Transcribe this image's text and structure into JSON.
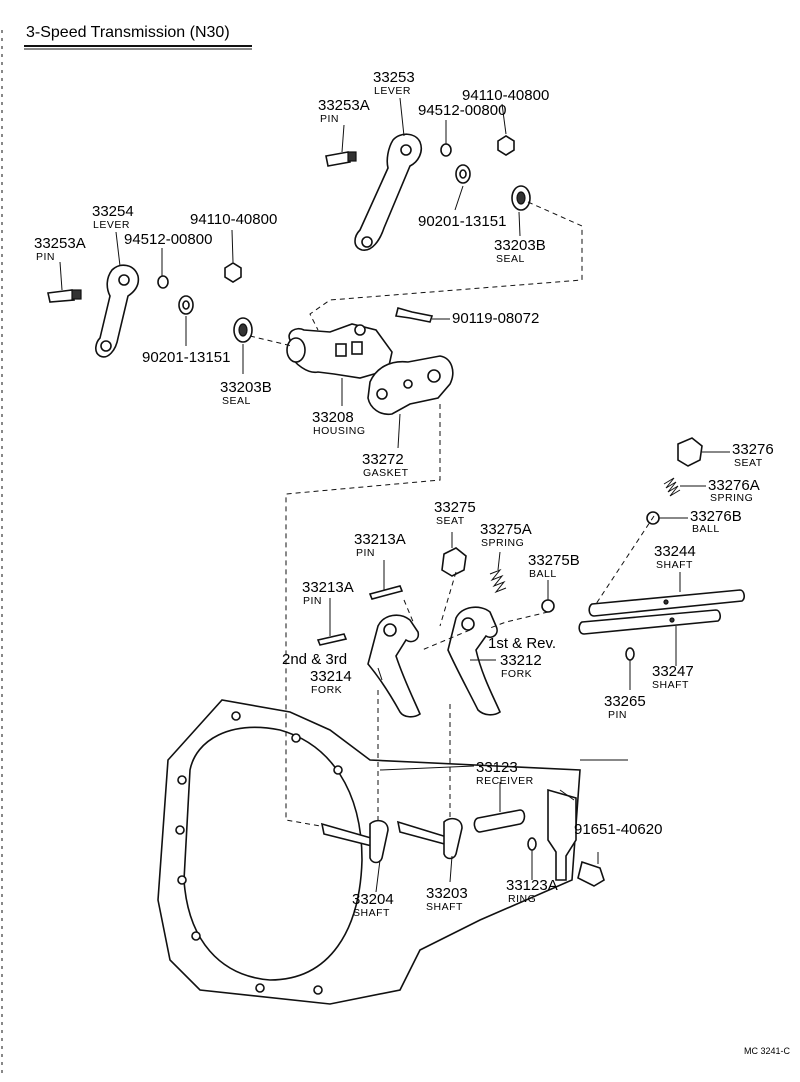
{
  "title": "3-Speed Transmission (N30)",
  "code": "MC 3241-C",
  "labels": [
    {
      "id": "l33253",
      "num": "33253",
      "name": "LEVER"
    },
    {
      "id": "l33253a_top",
      "num": "33253A",
      "name": "PIN"
    },
    {
      "id": "l94110_top",
      "num": "94110-40800"
    },
    {
      "id": "l94512_top",
      "num": "94512-00800"
    },
    {
      "id": "l90201_top",
      "num": "90201-13151"
    },
    {
      "id": "l33203b_top",
      "num": "33203B",
      "name": "SEAL"
    },
    {
      "id": "l33254",
      "num": "33254",
      "name": "LEVER"
    },
    {
      "id": "l33253a_left",
      "num": "33253A",
      "name": "PIN"
    },
    {
      "id": "l94110_left",
      "num": "94110-40800"
    },
    {
      "id": "l94512_left",
      "num": "94512-00800"
    },
    {
      "id": "l90201_left",
      "num": "90201-13151"
    },
    {
      "id": "l33203b_left",
      "num": "33203B",
      "name": "SEAL"
    },
    {
      "id": "l90119",
      "num": "90119-08072"
    },
    {
      "id": "l33208",
      "num": "33208",
      "name": "HOUSING"
    },
    {
      "id": "l33272",
      "num": "33272",
      "name": "GASKET"
    },
    {
      "id": "l33276",
      "num": "33276",
      "name": "SEAT"
    },
    {
      "id": "l33276a",
      "num": "33276A",
      "name": "SPRING"
    },
    {
      "id": "l33276b",
      "num": "33276B",
      "name": "BALL"
    },
    {
      "id": "l33275",
      "num": "33275",
      "name": "SEAT"
    },
    {
      "id": "l33275a",
      "num": "33275A",
      "name": "SPRING"
    },
    {
      "id": "l33275b",
      "num": "33275B",
      "name": "BALL"
    },
    {
      "id": "l33244",
      "num": "33244",
      "name": "SHAFT"
    },
    {
      "id": "l33213a_1",
      "num": "33213A",
      "name": "PIN"
    },
    {
      "id": "l33213a_2",
      "num": "33213A",
      "name": "PIN"
    },
    {
      "id": "l1strev",
      "num": "1st & Rev."
    },
    {
      "id": "l2nd3rd",
      "num": "2nd & 3rd"
    },
    {
      "id": "l33212",
      "num": "33212",
      "name": "FORK"
    },
    {
      "id": "l33214",
      "num": "33214",
      "name": "FORK"
    },
    {
      "id": "l33247",
      "num": "33247",
      "name": "SHAFT"
    },
    {
      "id": "l33265",
      "num": "33265",
      "name": "PIN"
    },
    {
      "id": "l33123",
      "num": "33123",
      "name": "RECEIVER"
    },
    {
      "id": "l91651",
      "num": "91651-40620"
    },
    {
      "id": "l33204",
      "num": "33204",
      "name": "SHAFT"
    },
    {
      "id": "l33203",
      "num": "33203",
      "name": "SHAFT"
    },
    {
      "id": "l33123a",
      "num": "33123A",
      "name": "RING"
    }
  ]
}
